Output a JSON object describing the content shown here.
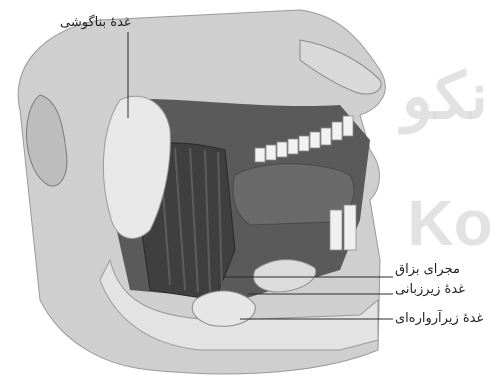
{
  "labels": {
    "parotid": "غدهٔ بناگوشی",
    "duct": "مجرای بزاق",
    "sublingual": "غدهٔ زیرزبانی",
    "submandibular": "غدهٔ زیرآرواره‌ای"
  },
  "watermark": {
    "top": "نکو",
    "bottom": "Ko"
  },
  "colors": {
    "skin": "#c9c9c9",
    "shadow": "#6e6e6e",
    "gland": "#e6e6e6",
    "muscle": "#4a4a4a",
    "tongue": "#5c5c5c",
    "teeth": "#f4f4f4",
    "watermark": "#d8d8d8"
  }
}
